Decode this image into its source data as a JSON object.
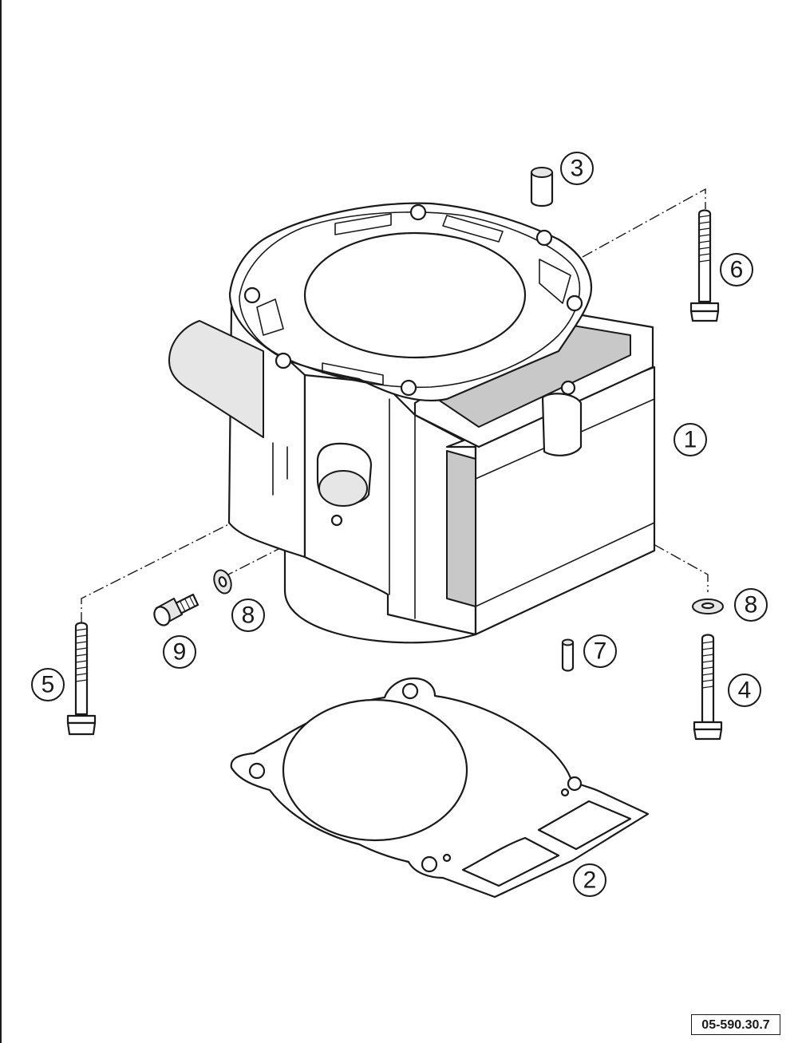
{
  "reference_code": "05-590.30.7",
  "callouts": [
    {
      "id": "1",
      "label": "1"
    },
    {
      "id": "2",
      "label": "2"
    },
    {
      "id": "3",
      "label": "3"
    },
    {
      "id": "4",
      "label": "4"
    },
    {
      "id": "5",
      "label": "5"
    },
    {
      "id": "6",
      "label": "6"
    },
    {
      "id": "7",
      "label": "7"
    },
    {
      "id": "8a",
      "label": "8"
    },
    {
      "id": "8b",
      "label": "8"
    },
    {
      "id": "9",
      "label": "9"
    }
  ]
}
